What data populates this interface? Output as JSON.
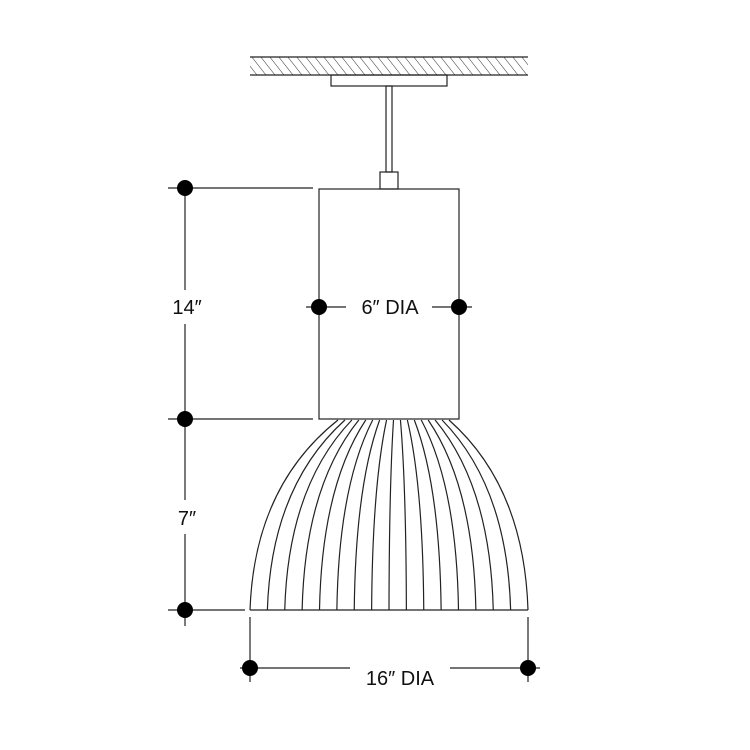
{
  "dimensions": {
    "cylinder_height": "14″",
    "shade_height": "7″",
    "cylinder_diameter": "6″ DIA",
    "shade_diameter": "16″ DIA"
  },
  "colors": {
    "line": "#222222",
    "dot": "#000000",
    "background": "#ffffff"
  },
  "shade": {
    "rib_count": 17
  }
}
